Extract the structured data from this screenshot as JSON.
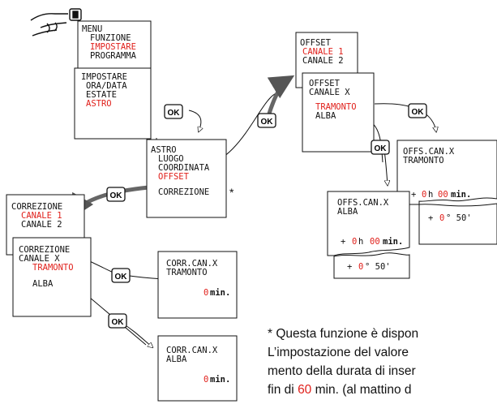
{
  "menu_box": {
    "title": "MENU",
    "items": [
      "FUNZIONE",
      "IMPOSTARE",
      "PROGRAMMA"
    ],
    "selected": "IMPOSTARE"
  },
  "impostare_box": {
    "title": "IMPOSTARE",
    "items": [
      "ORA/DATA",
      "ESTATE",
      "ASTRO"
    ],
    "selected": "ASTRO"
  },
  "astro_box": {
    "title": "ASTRO",
    "items": [
      "LUOGO",
      "COORDINATA",
      "OFFSET",
      "CORREZIONE"
    ],
    "selected": "OFFSET",
    "asterisk": "*"
  },
  "offset_box": {
    "title": "OFFSET",
    "items": [
      "CANALE 1",
      "CANALE 2"
    ],
    "selected": "CANALE 1"
  },
  "offset_canale_box": {
    "title": "OFFSET",
    "subtitle": "CANALE X",
    "items": [
      "TRAMONTO",
      "ALBA"
    ],
    "selected": "TRAMONTO"
  },
  "offs_tramonto_box": {
    "title": "OFFS.CAN.X",
    "subtitle": "TRAMONTO",
    "line1_red": "0",
    "line1_h": "h",
    "line1_red2": "00",
    "line1_unit": "min.",
    "line2_red": "0",
    "line2_rest": "° 50'"
  },
  "offs_alba_box": {
    "title": "OFFS.CAN.X",
    "subtitle": "ALBA",
    "line1_red": "0",
    "line1_h": "h",
    "line1_red2": "00",
    "line1_unit": "min.",
    "line2_red": "0",
    "line2_rest": "° 50'"
  },
  "correzione_box": {
    "title": "CORREZIONE",
    "items": [
      "CANALE 1",
      "CANALE 2"
    ],
    "selected": "CANALE 1"
  },
  "correzione_canale_box": {
    "title": "CORREZIONE",
    "subtitle": "CANALE X",
    "items": [
      "TRAMONTO",
      "ALBA"
    ],
    "selected": "TRAMONTO"
  },
  "corr_tramonto_box": {
    "title": "CORR.CAN.X",
    "subtitle": "TRAMONTO",
    "value": "0",
    "unit": "min."
  },
  "corr_alba_box": {
    "title": "CORR.CAN.X",
    "subtitle": "ALBA",
    "value": "0",
    "unit": "min."
  },
  "ok_label": "OK",
  "plus": "+",
  "note": {
    "line1": "* Questa funzione è dispon",
    "line2": "L’impostazione del valore",
    "line3": "mento della durata di inser",
    "line4_a": "fin di ",
    "line4_b": "60",
    "line4_c": " min. (al mattino d"
  },
  "colors": {
    "accent_red": "#e0201b",
    "ink": "#111111",
    "arrow_gray": "#8a8a8a"
  }
}
